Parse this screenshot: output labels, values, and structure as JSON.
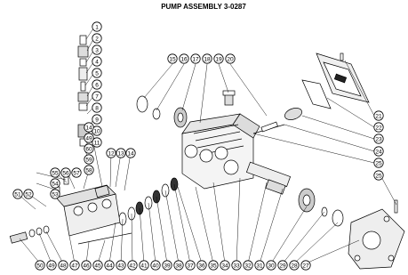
{
  "title": "PUMP ASSEMBLY 3-0287",
  "callouts": {
    "c1": "1",
    "c2": "2",
    "c3": "3",
    "c4": "4",
    "c5": "5",
    "c6": "6",
    "c7": "7",
    "c8": "8",
    "c9": "9",
    "c10": "10",
    "c11": "11",
    "c12": "12",
    "c13": "13",
    "c14": "14",
    "c15": "15",
    "c16": "16",
    "c17": "17",
    "c18": "18",
    "c19": "19",
    "c20": "20",
    "c21": "21",
    "c22": "22",
    "c23": "23",
    "c24": "24",
    "c25": "25",
    "c26": "26",
    "c27": "27",
    "c28": "28",
    "c29": "29",
    "c30": "30",
    "c31": "31",
    "c32": "32",
    "c33": "33",
    "c34": "34",
    "c35": "35",
    "c36": "36",
    "c37": "37",
    "c38": "38",
    "c39": "39",
    "c40": "40",
    "c41": "41",
    "c42": "42",
    "c43": "43",
    "c44": "44",
    "c45": "45",
    "c46": "46",
    "c47": "47",
    "c48": "48",
    "c49": "49",
    "c50": "50",
    "c51": "51",
    "c52": "52",
    "c53": "53",
    "c54": "54",
    "c55": "55",
    "c56": "56",
    "c57": "57",
    "c58": "58",
    "c59": "59",
    "c60": "60",
    "c14b": "14"
  }
}
